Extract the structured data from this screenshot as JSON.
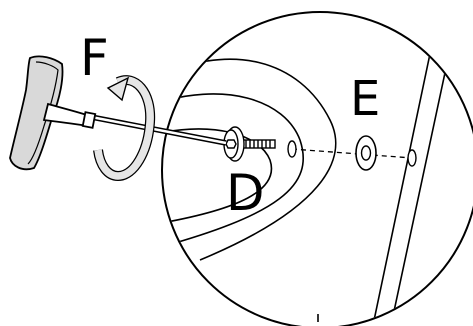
{
  "labels": {
    "tool": "F",
    "screw": "D",
    "washer": "E"
  },
  "colors": {
    "line": "#000000",
    "fill": "#ffffff",
    "handle_shade": "#d9d9d9",
    "arrow_shade": "#e6e6e6"
  },
  "icons": [
    "t-handle-hex-key-icon",
    "rotation-arrow-icon",
    "bolt-icon",
    "washer-icon"
  ]
}
